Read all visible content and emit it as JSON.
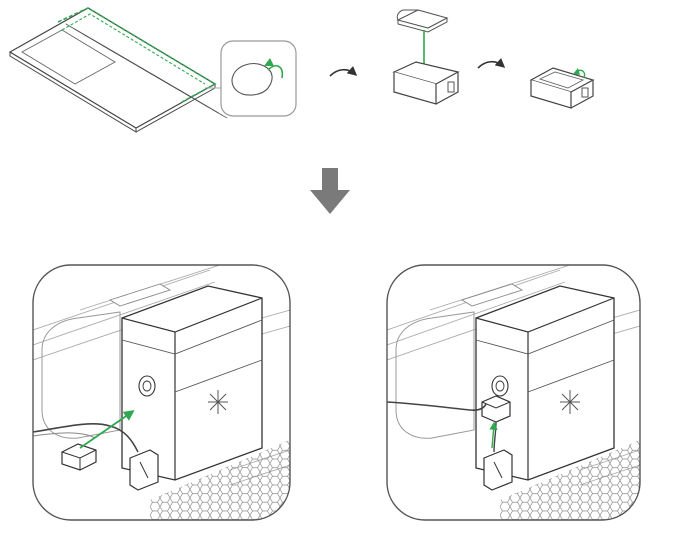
{
  "figure": {
    "description_visible_text": "",
    "colors": {
      "line": "#333333",
      "light_line": "#9a9a9a",
      "accent_green": "#2fa84f",
      "arrow_gray": "#7a7a7a",
      "panel_border": "#555555",
      "honeycomb": "#8c8c8c",
      "background": "#ffffff"
    },
    "steps": {
      "step1": {
        "name": "keyboard-frame-with-sticker-peel"
      },
      "step2": {
        "name": "sticker-applied-to-module"
      },
      "step3": {
        "name": "module-with-sticker"
      },
      "step4": {
        "name": "install-panel-before"
      },
      "step5": {
        "name": "install-panel-after"
      }
    },
    "icons": {
      "small_arrow": "curved-arrow-icon",
      "down_arrow": "down-arrow-icon",
      "laser_symbol": "laser-icon"
    }
  }
}
